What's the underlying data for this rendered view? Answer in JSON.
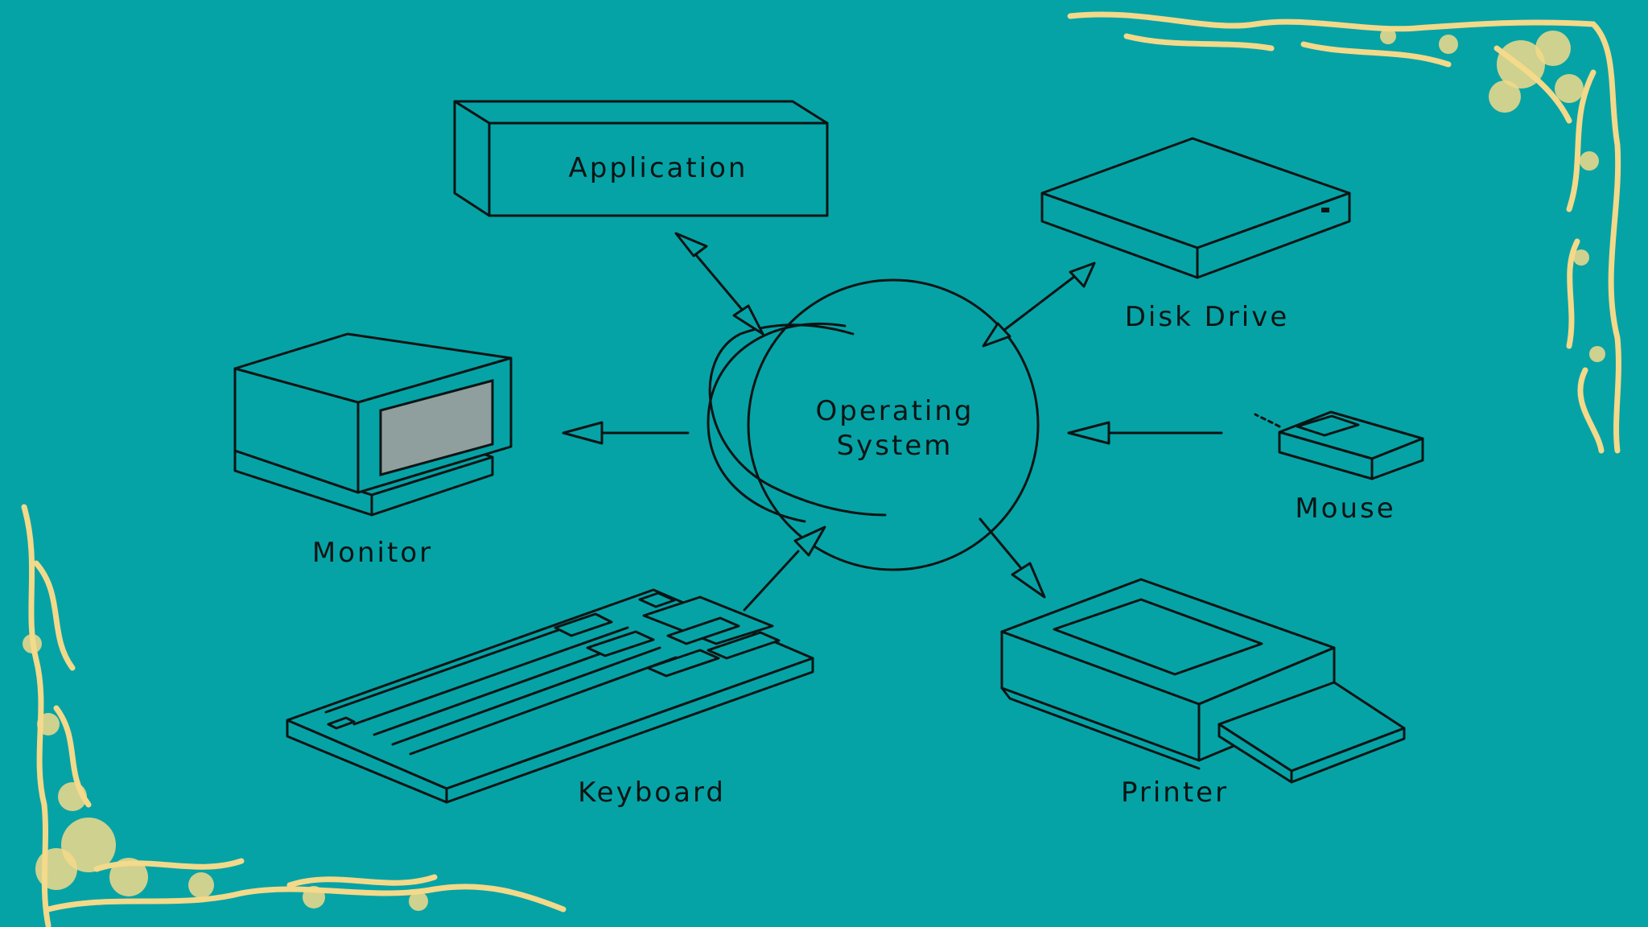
{
  "diagram": {
    "nodes": {
      "application": "Application",
      "os_line1": "Operating",
      "os_line2": "System",
      "disk_drive": "Disk Drive",
      "monitor": "Monitor",
      "mouse": "Mouse",
      "keyboard": "Keyboard",
      "printer": "Printer"
    },
    "edges": [
      {
        "from": "application",
        "to": "operating-system",
        "direction": "both"
      },
      {
        "from": "disk-drive",
        "to": "operating-system",
        "direction": "both"
      },
      {
        "from": "operating-system",
        "to": "monitor",
        "direction": "one-way"
      },
      {
        "from": "mouse",
        "to": "operating-system",
        "direction": "one-way"
      },
      {
        "from": "keyboard",
        "to": "operating-system",
        "direction": "one-way"
      },
      {
        "from": "operating-system",
        "to": "printer",
        "direction": "one-way"
      }
    ]
  },
  "colors": {
    "background": "#05a3a6",
    "line": "#0b1414",
    "ornament": "#f3d98a",
    "screen": "#8f9f9e"
  }
}
